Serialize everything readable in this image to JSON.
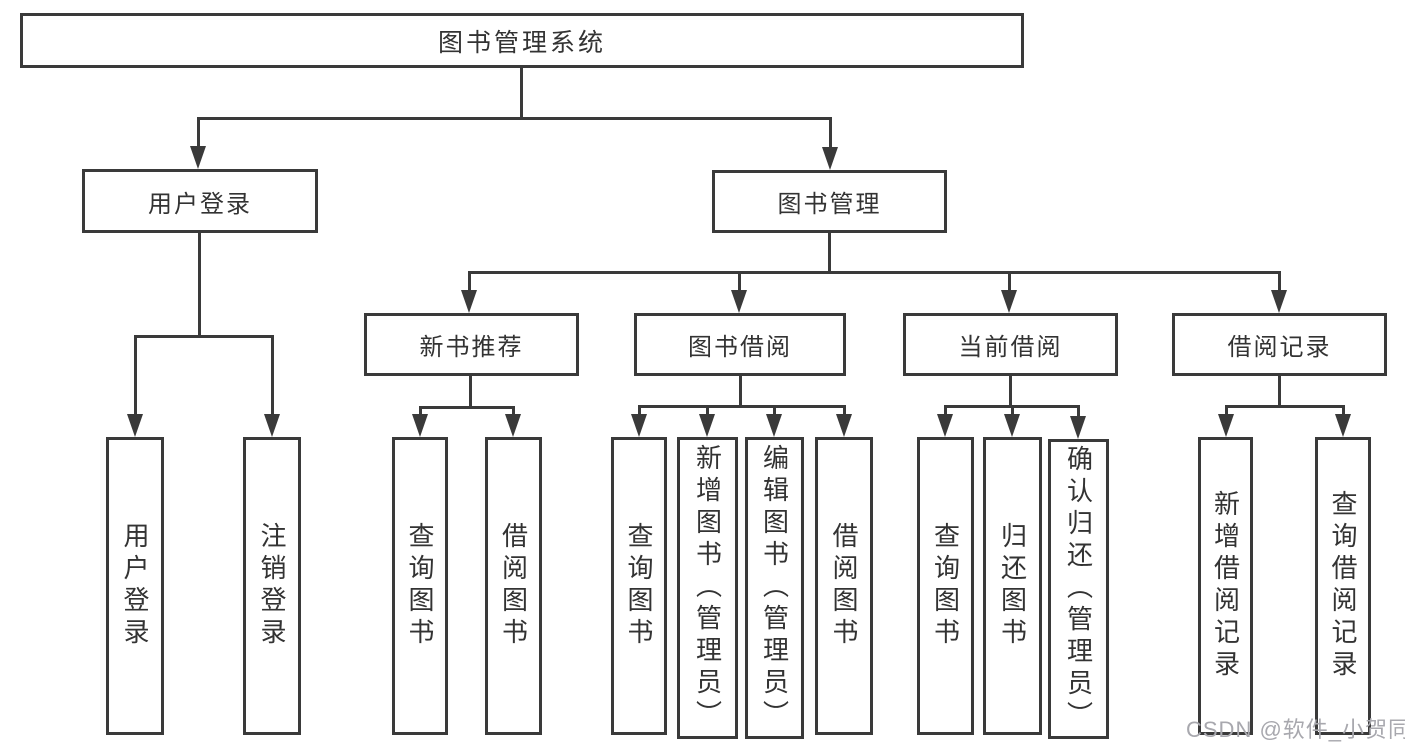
{
  "diagram": {
    "root": "图书管理系统",
    "branches": [
      {
        "label": "用户登录",
        "leaves": [
          "用户登录",
          "注销登录"
        ]
      },
      {
        "label": "图书管理",
        "sections": [
          {
            "label": "新书推荐",
            "leaves": [
              "查询图书",
              "借阅图书"
            ]
          },
          {
            "label": "图书借阅",
            "leaves": [
              "查询图书",
              "新增图书（管理员）",
              "编辑图书（管理员）",
              "借阅图书"
            ]
          },
          {
            "label": "当前借阅",
            "leaves": [
              "查询图书",
              "归还图书",
              "确认归还（管理员）"
            ]
          },
          {
            "label": "借阅记录",
            "leaves": [
              "新增借阅记录",
              "查询借阅记录"
            ]
          }
        ]
      }
    ]
  },
  "watermark": "CSDN @软件_小贺同学",
  "colors": {
    "line": "#3a3a3a",
    "text": "#333333",
    "watermark": "#a8a8ae",
    "background": "#ffffff"
  }
}
